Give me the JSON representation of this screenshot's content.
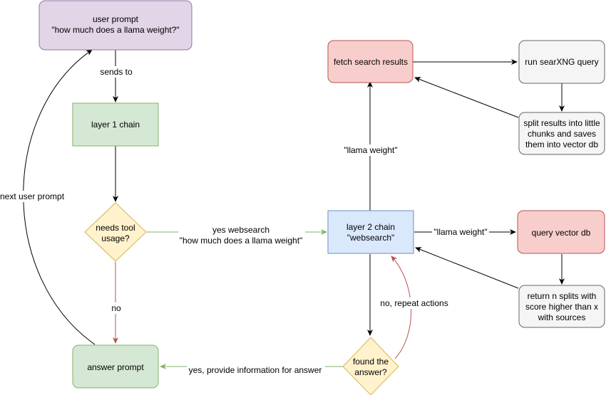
{
  "colors": {
    "purple_fill": "#e1d5e7",
    "purple_stroke": "#9673a6",
    "green_fill": "#d5e8d4",
    "green_stroke": "#82b366",
    "yellow_fill": "#fff2cc",
    "yellow_stroke": "#d6b656",
    "blue_fill": "#dae8fc",
    "blue_stroke": "#6c8ebf",
    "red_fill": "#f8cecc",
    "red_stroke": "#b85450",
    "grey_fill": "#f5f5f5",
    "grey_stroke": "#666666",
    "edge_black": "#000000",
    "edge_green": "#82b366",
    "edge_red": "#b85450"
  },
  "nodes": {
    "user_prompt": {
      "line1": "user prompt",
      "line2": "\"how much does a llama weight?\""
    },
    "layer1": {
      "label": "layer 1 chain"
    },
    "needs_tool": {
      "line1": "needs tool",
      "line2": "usage?"
    },
    "answer_prompt": {
      "label": "answer prompt"
    },
    "layer2": {
      "line1": "layer 2 chain",
      "line2": "\"websearch\""
    },
    "found_answer": {
      "line1": "found the",
      "line2": "answer?"
    },
    "fetch_search": {
      "label": "fetch search results"
    },
    "run_searxng": {
      "label": "run searXNG query"
    },
    "split_results": {
      "line1": "split results into little",
      "line2": "chunks and saves",
      "line3": "them into vector db"
    },
    "query_vector": {
      "label": "query vector db"
    },
    "return_splits": {
      "line1": "return n splits with",
      "line2": "score higher than x",
      "line3": "with sources"
    }
  },
  "edges": {
    "sends_to": "sends to",
    "next_user_prompt": "next user prompt",
    "no": "no",
    "yes_websearch_line1": "yes websearch",
    "yes_websearch_line2": "\"how much does a llama weight\"",
    "llama_weight_up": "\"llama weight\"",
    "llama_weight_right": "\"llama weight\"",
    "no_repeat": "no, repeat actions",
    "yes_provide": "yes, provide information for answer"
  }
}
